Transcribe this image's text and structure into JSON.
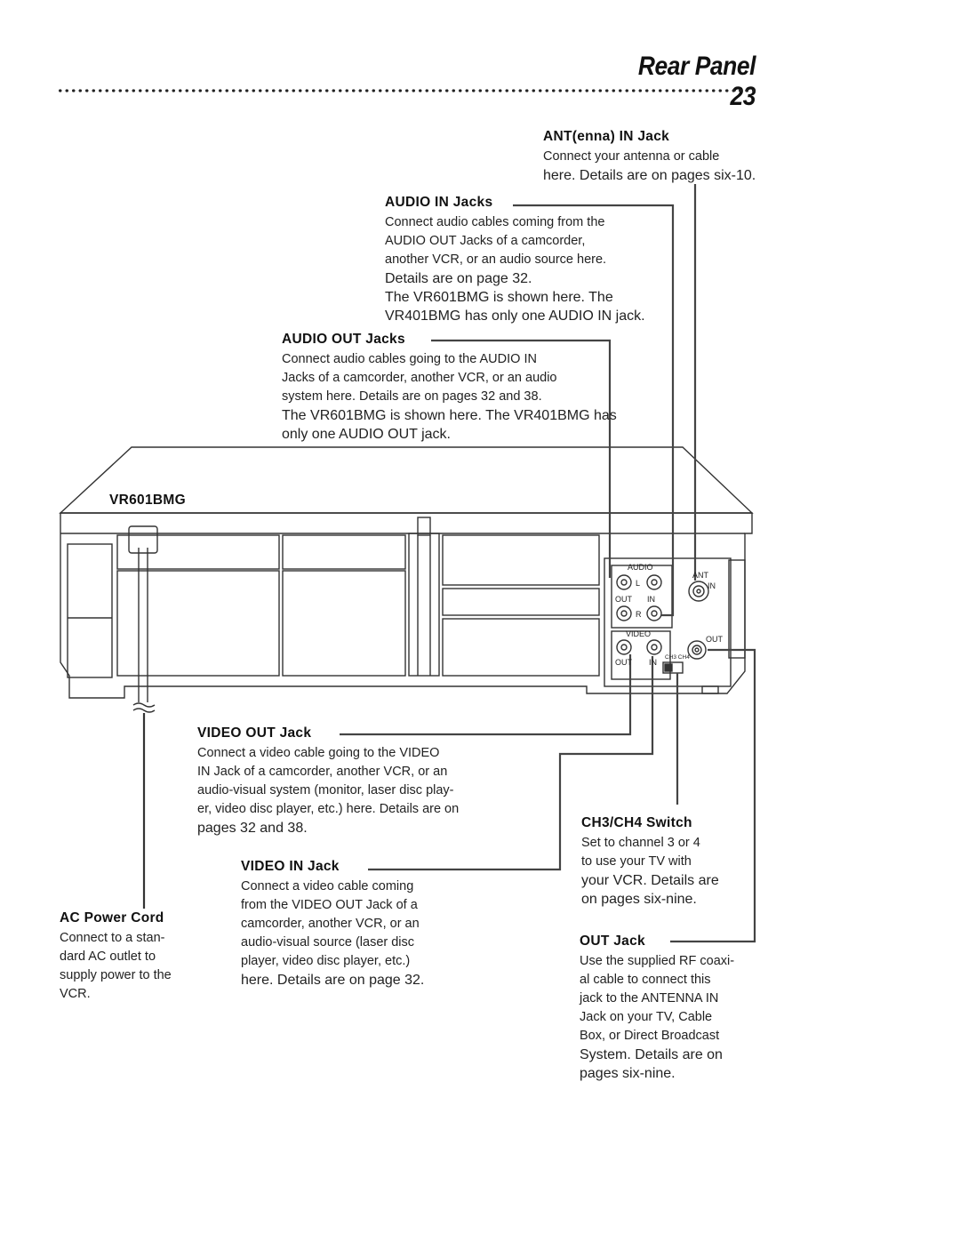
{
  "header": {
    "title": "Rear Panel 23"
  },
  "model_label": "VR601BMG",
  "panel_labels": {
    "audio": "AUDIO",
    "l": "L",
    "r": "R",
    "out": "OUT",
    "in": "IN",
    "video": "VIDEO",
    "ant": "ANT",
    "ant_in": "IN",
    "rf_out": "OUT",
    "ch": "CH3 CH4"
  },
  "callouts": {
    "antenna_in": {
      "heading": "ANT(enna) IN Jack",
      "lines": [
        "Connect your antenna or cable",
        "here. Details are on pages six-10."
      ]
    },
    "audio_in": {
      "heading": "AUDIO IN Jacks",
      "lines": [
        "Connect audio cables coming from the",
        "AUDIO OUT Jacks of a camcorder,",
        "another VCR, or an audio source here.",
        "Details are on page 32.",
        "The VR601BMG is shown here. The",
        "VR401BMG has only one AUDIO IN jack."
      ]
    },
    "audio_out": {
      "heading": "AUDIO OUT Jacks",
      "lines": [
        "Connect audio cables going to the AUDIO IN",
        "Jacks of a camcorder, another VCR, or an audio",
        "system here. Details are on pages 32 and 38.",
        "The VR601BMG is shown here. The VR401BMG has",
        "only one AUDIO OUT jack."
      ]
    },
    "video_out": {
      "heading": "VIDEO OUT Jack",
      "lines": [
        "Connect a video cable going to the VIDEO",
        "IN Jack of a camcorder, another VCR, or an",
        "audio-visual system (monitor, laser disc play-",
        "er, video disc player, etc.) here. Details are on",
        "pages 32 and 38."
      ]
    },
    "video_in": {
      "heading": "VIDEO IN Jack",
      "lines": [
        "Connect a video cable coming",
        "from the VIDEO OUT Jack of a",
        "camcorder, another VCR, or an",
        "audio-visual  source (laser disc",
        "player, video disc player, etc.)",
        "here. Details are on page 32."
      ]
    },
    "ac_power": {
      "heading": "AC Power Cord",
      "lines": [
        "Connect to a stan-",
        "dard AC outlet to",
        "supply power to the",
        "VCR."
      ]
    },
    "ch_switch": {
      "heading": "CH3/CH4 Switch",
      "lines": [
        "Set to channel 3 or 4",
        "to use your TV with",
        "your VCR. Details are",
        "on pages six-nine."
      ]
    },
    "out_jack": {
      "heading": "OUT Jack",
      "lines": [
        "Use the supplied RF coaxi-",
        "al cable to connect this",
        "jack to the ANTENNA IN",
        "Jack on your TV, Cable",
        "Box, or Direct Broadcast",
        "System. Details are on",
        "pages six-nine."
      ]
    }
  }
}
